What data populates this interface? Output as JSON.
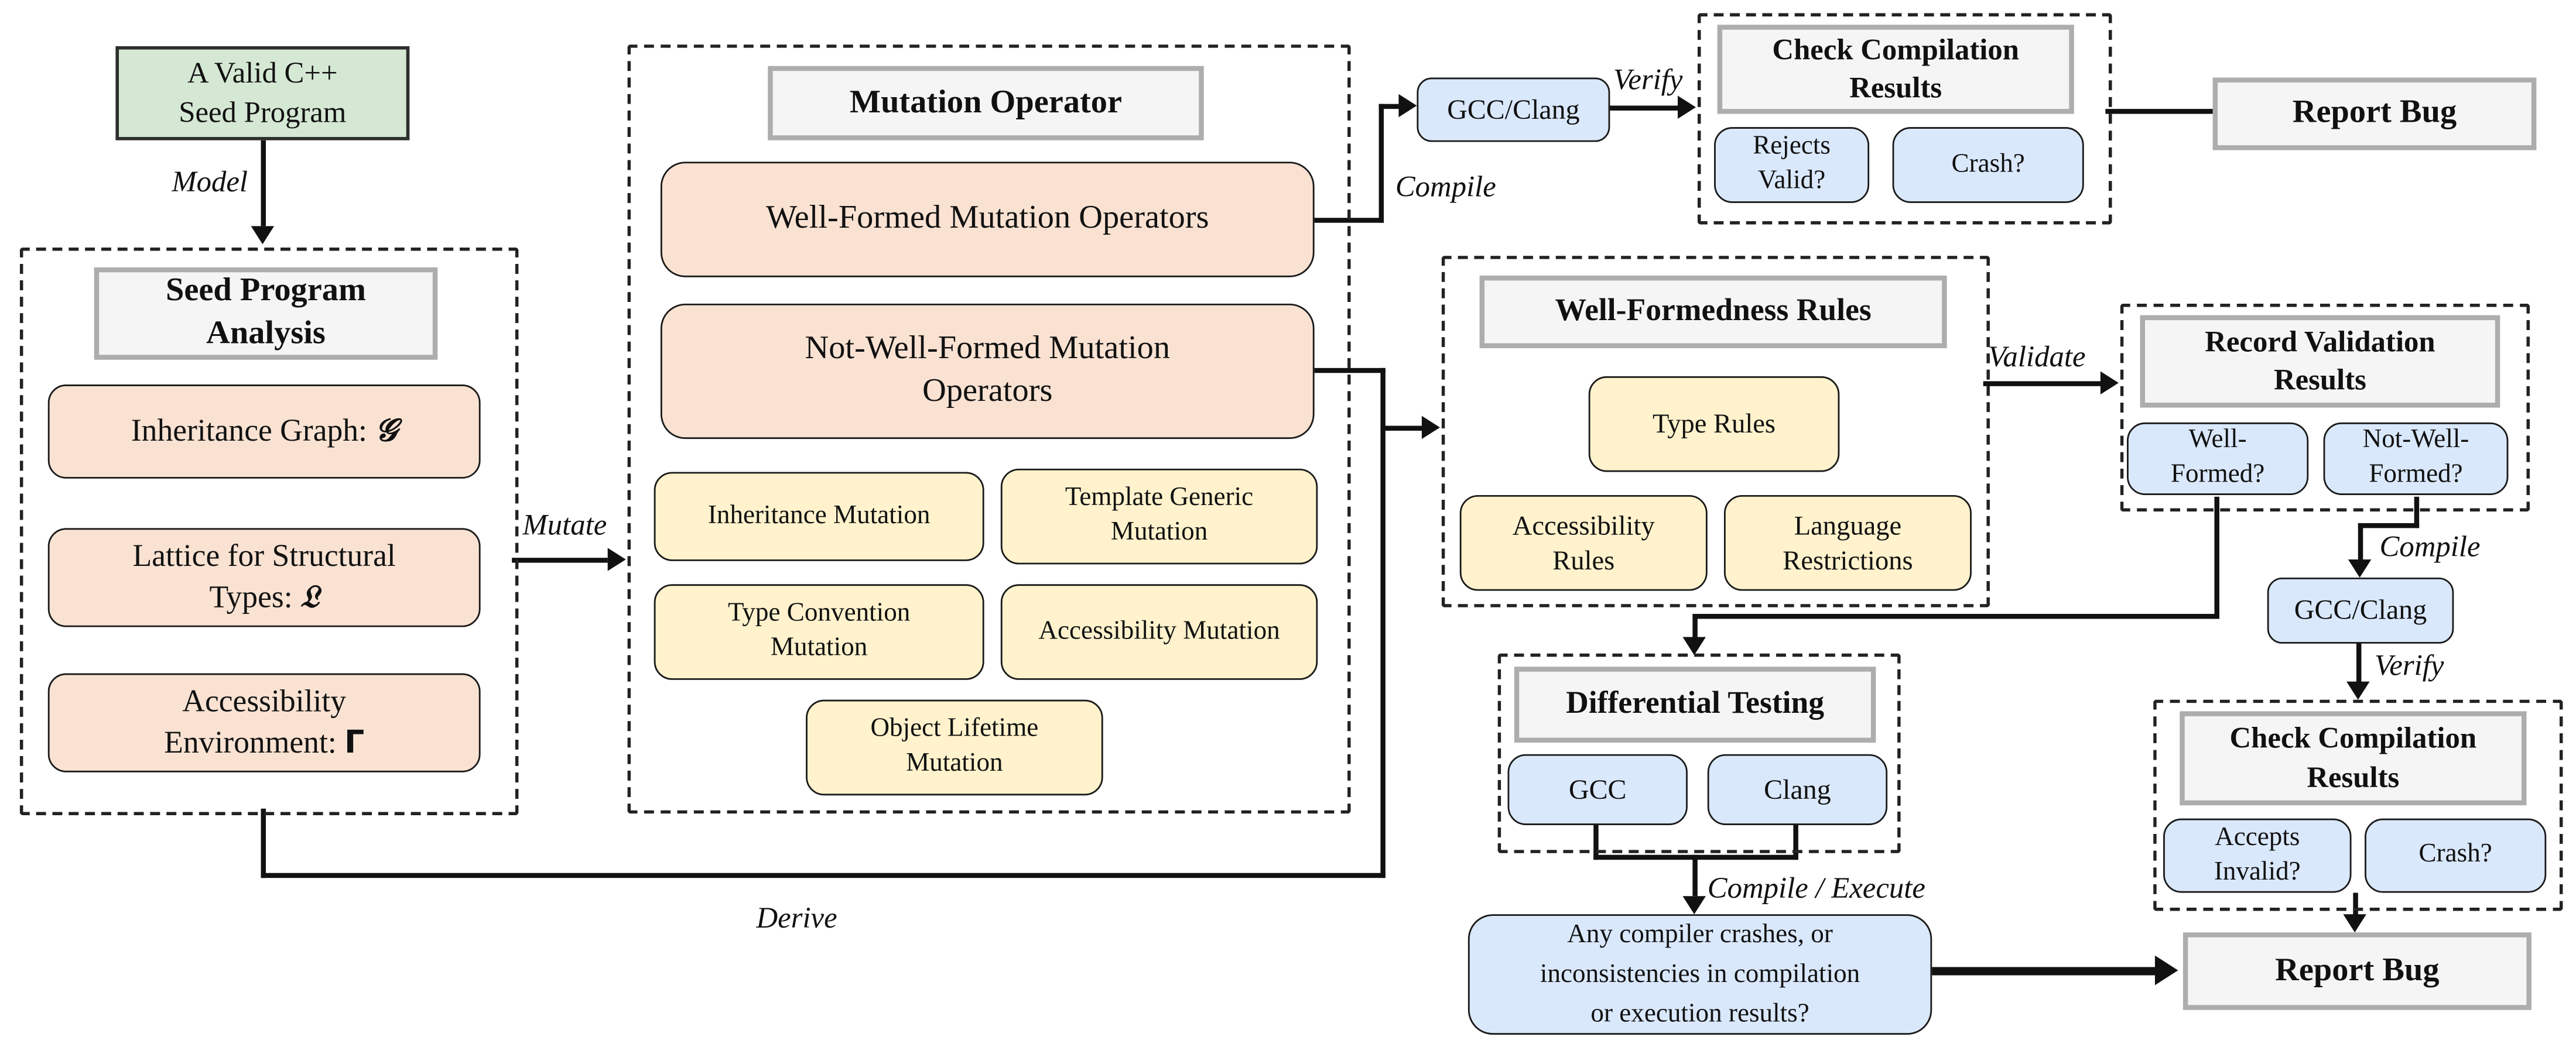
{
  "colors": {
    "seed_green": "#d5e8d4",
    "operator_pink": "#f9e2d2",
    "rule_yellow": "#fff2cc",
    "compiler_blue": "#dae8fc",
    "header_gray": "#f5f5f5",
    "line_black": "#111111"
  },
  "nodes": {
    "valid_seed": "A Valid C++\nSeed Program",
    "seed_analysis_title": "Seed Program\nAnalysis",
    "inheritance_graph_text": "Inheritance Graph: ",
    "inheritance_graph_symbol": "𝒢",
    "lattice_text": "Lattice for Structural\nTypes: ",
    "lattice_symbol": "𝔏",
    "accessibility_env_text": "Accessibility\nEnvironment: ",
    "accessibility_env_symbol": "Γ",
    "mutation_operator_title": "Mutation Operator",
    "well_formed_ops": "Well-Formed Mutation Operators",
    "not_well_formed_ops": "Not-Well-Formed Mutation\nOperators",
    "inheritance_mutation": "Inheritance Mutation",
    "template_generic_mutation": "Template Generic\nMutation",
    "type_convention_mutation": "Type Convention\nMutation",
    "accessibility_mutation": "Accessibility Mutation",
    "object_lifetime_mutation": "Object Lifetime\nMutation",
    "gcc_clang_top": "GCC/Clang",
    "check_results_top_title": "Check Compilation\nResults",
    "rejects_valid": "Rejects\nValid?",
    "crash_top": "Crash?",
    "report_bug_top": "Report Bug",
    "wf_rules_title": "Well-Formedness Rules",
    "type_rules": "Type Rules",
    "accessibility_rules": "Accessibility\nRules",
    "language_restrictions": "Language\nRestrictions",
    "record_validation_title": "Record Validation\nResults",
    "well_formed_q": "Well-\nFormed?",
    "not_well_formed_q": "Not-Well-\nFormed?",
    "gcc_clang_right": "GCC/Clang",
    "check_results_bottom_title": "Check Compilation\nResults",
    "accepts_invalid": "Accepts\nInvalid?",
    "crash_bottom": "Crash?",
    "report_bug_bottom": "Report Bug",
    "diff_testing_title": "Differential Testing",
    "gcc": "GCC",
    "clang": "Clang",
    "any_inconsistency": "Any compiler crashes, or\ninconsistencies in compilation\nor execution results?"
  },
  "edge_labels": {
    "model": "Model",
    "mutate": "Mutate",
    "compile_top": "Compile",
    "verify_top": "Verify",
    "derive": "Derive",
    "validate": "Validate",
    "compile_right": "Compile",
    "verify_right": "Verify",
    "compile_execute": "Compile / Execute"
  }
}
